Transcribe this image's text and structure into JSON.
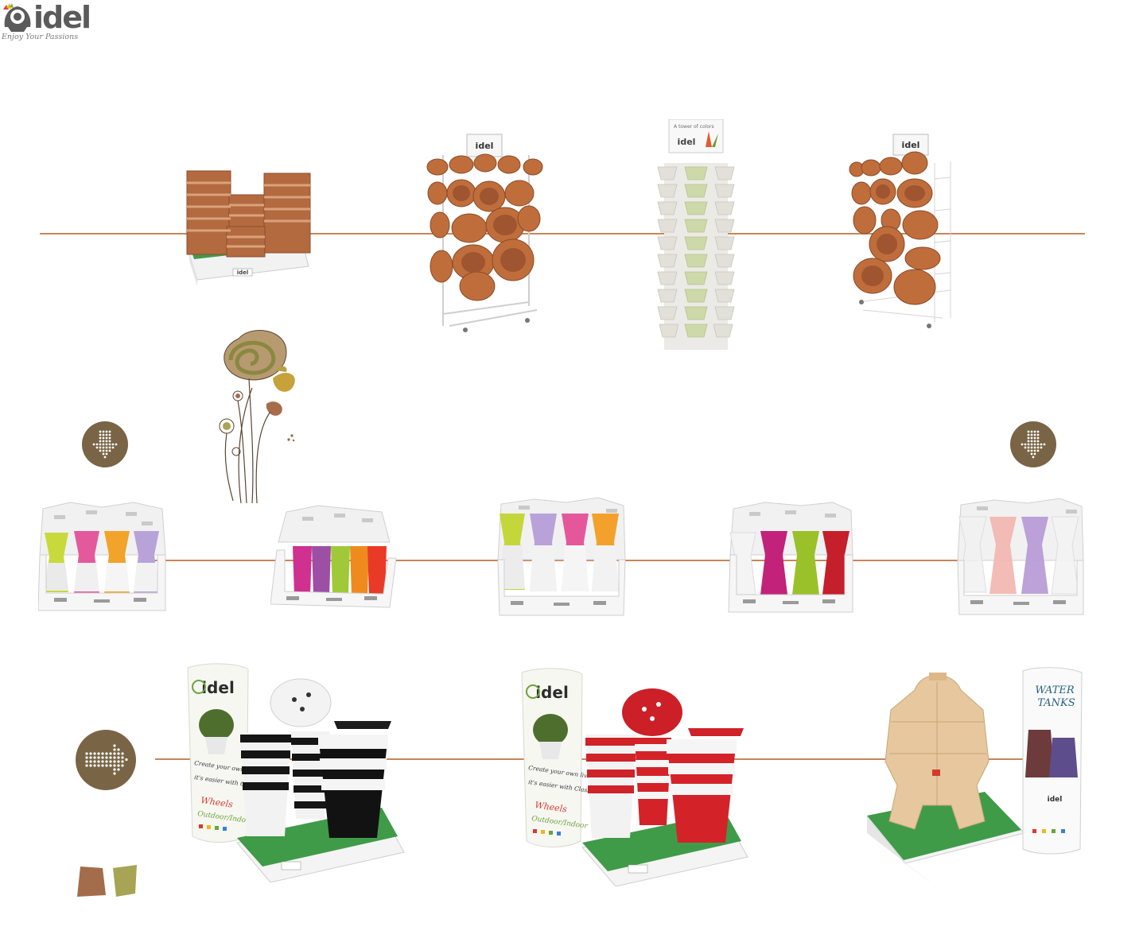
{
  "brand": {
    "name": "idel",
    "tagline": "Enjoy Your Passions",
    "colors": {
      "line": "#c8865a",
      "arrow": "#7a6446",
      "terracotta": "#b06a3e",
      "olive": "#a7a456",
      "brown": "#a36c4a"
    }
  },
  "rows": [
    {
      "items": [
        "terracotta-square-pot-pallet",
        "terracotta-round-pot-rack",
        "pot-tower-stand",
        "terracotta-pot-wire-rack"
      ]
    },
    {
      "items": [
        "colorful-vase-box-1",
        "colorful-square-pot-box",
        "colorful-vase-box-2",
        "magenta-green-red-vase-box",
        "pastel-vase-box"
      ]
    },
    {
      "items": [
        "black-white-striped-pot-display",
        "red-white-striped-pot-display",
        "water-tank-display"
      ]
    }
  ],
  "displays": {
    "tower_header": "A tower of colors",
    "tower_brand": "idel",
    "rack1_brand": "idel",
    "rack2_brand": "idel",
    "pallet_brand": "idel",
    "bw_banner_brand": "idel",
    "bw_banner_text1": "Create your own living design,",
    "bw_banner_text2": "it's easier with Classy Pot",
    "bw_banner_text3": "Wheels",
    "bw_banner_text4": "Outdoor/Indoor",
    "red_banner_brand": "idel",
    "red_banner_text1": "Create your own living design,",
    "red_banner_text2": "it's easier with Classy Pot",
    "red_banner_text3": "Wheels",
    "red_banner_text4": "Outdoor/Indoor",
    "water_banner_title1": "WATER",
    "water_banner_title2": "TANKS",
    "water_banner_brand": "idel"
  },
  "icons": [
    "arrow-down-icon",
    "arrow-down-icon",
    "arrow-right-icon"
  ]
}
